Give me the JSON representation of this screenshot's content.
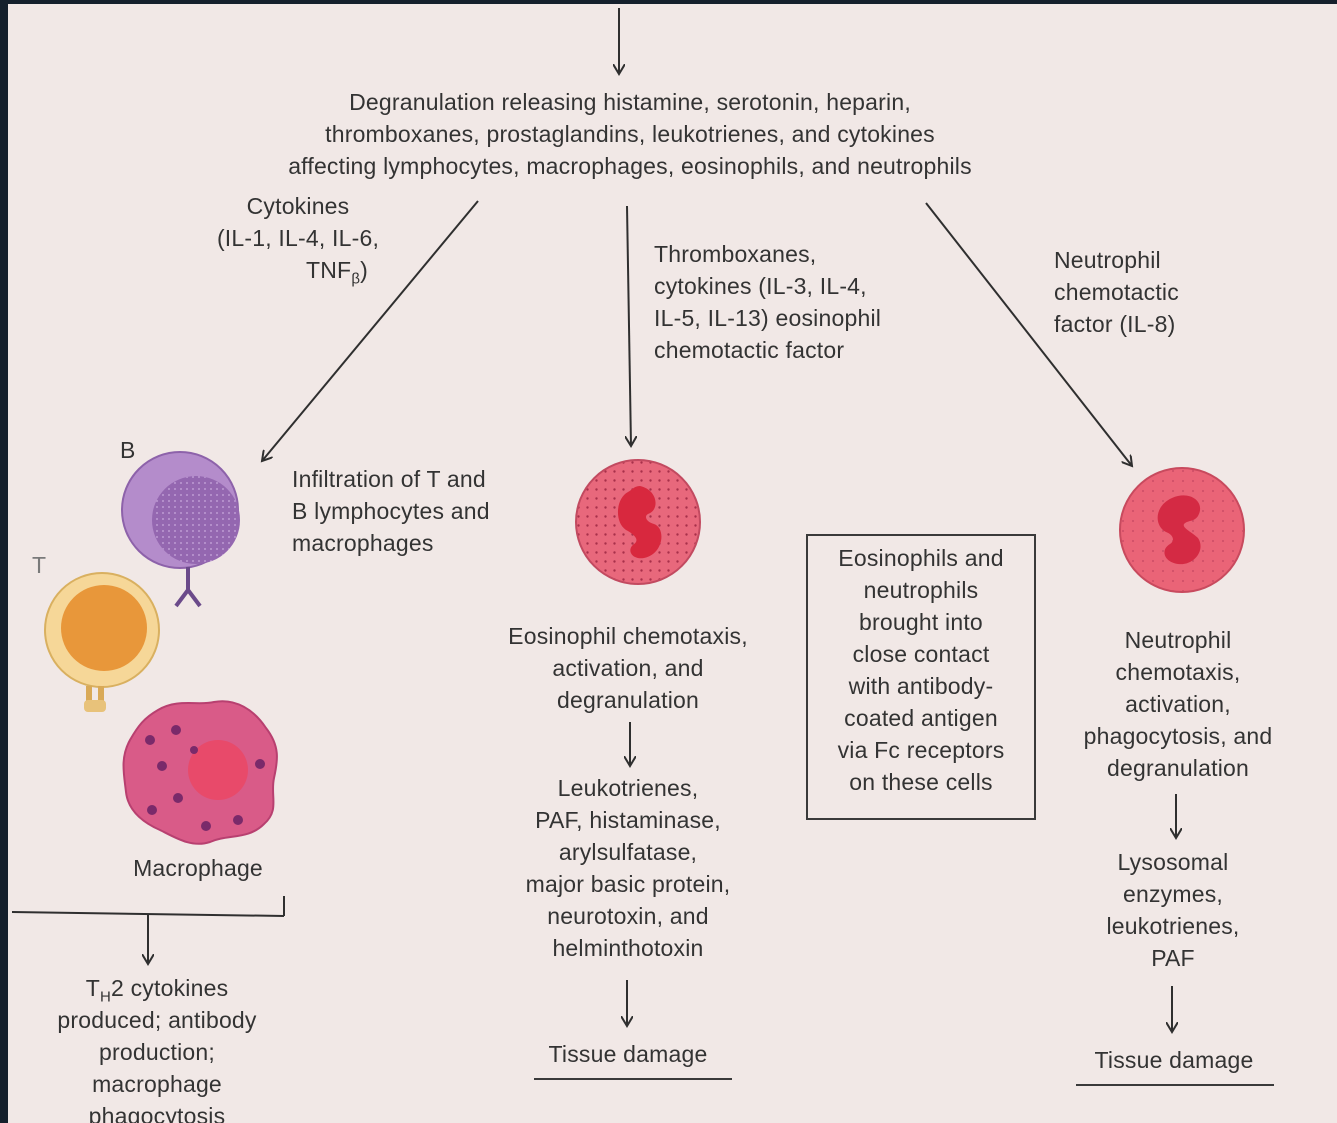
{
  "top_text": "Degranulation releasing histamine, serotonin, heparin,\nthromboxanes, prostaglandins, leukotrienes, and cytokines\naffecting lymphocytes, macrophages, eosinophils, and neutrophils",
  "left_branch": {
    "cytokines_label": "Cytokines\n(IL-1, IL-4, IL-6,",
    "tnf_text": "TNF",
    "tnf_sub": "β",
    "tnf_close": ")",
    "infiltration": "Infiltration of T and\nB lymphocytes and\nmacrophages",
    "b_label": "B",
    "t_label": "T",
    "macrophage_label": "Macrophage",
    "th2_prefix": "T",
    "th2_sub": "H",
    "th2_rest": "2 cytokines",
    "outcome": "produced; antibody\nproduction;\nmacrophage\nphagocytosis"
  },
  "middle_branch": {
    "mediators": "Thromboxanes,\ncytokines (IL-3, IL-4,\nIL-5, IL-13) eosinophil\nchemotactic factor",
    "chemotaxis": "Eosinophil chemotaxis,\nactivation, and\ndegranulation",
    "products": "Leukotrienes,\nPAF, histaminase,\narylsulfatase,\nmajor basic protein,\nneurotoxin, and\nhelminthotoxin",
    "damage": "Tissue damage"
  },
  "box_text": "Eosinophils and\nneutrophils\nbrought into\nclose contact\nwith antibody-\ncoated antigen\nvia Fc receptors\non these cells",
  "right_branch": {
    "factor": "Neutrophil\nchemotactic\nfactor (IL-8)",
    "chemotaxis": "Neutrophil\nchemotaxis,\nactivation,\nphagocytosis, and\ndegranulation",
    "products": "Lysosomal\nenzymes,\nleukotrienes,\nPAF",
    "damage": "Tissue damage"
  },
  "colors": {
    "paper": "#f1e8e6",
    "frame": "#15202c",
    "b_cell": "#9b72b6",
    "t_cell": "#e8973a",
    "macrophage": "#d45a7e",
    "eosinophil": "#e0566a",
    "neutrophil": "#e0566a"
  }
}
